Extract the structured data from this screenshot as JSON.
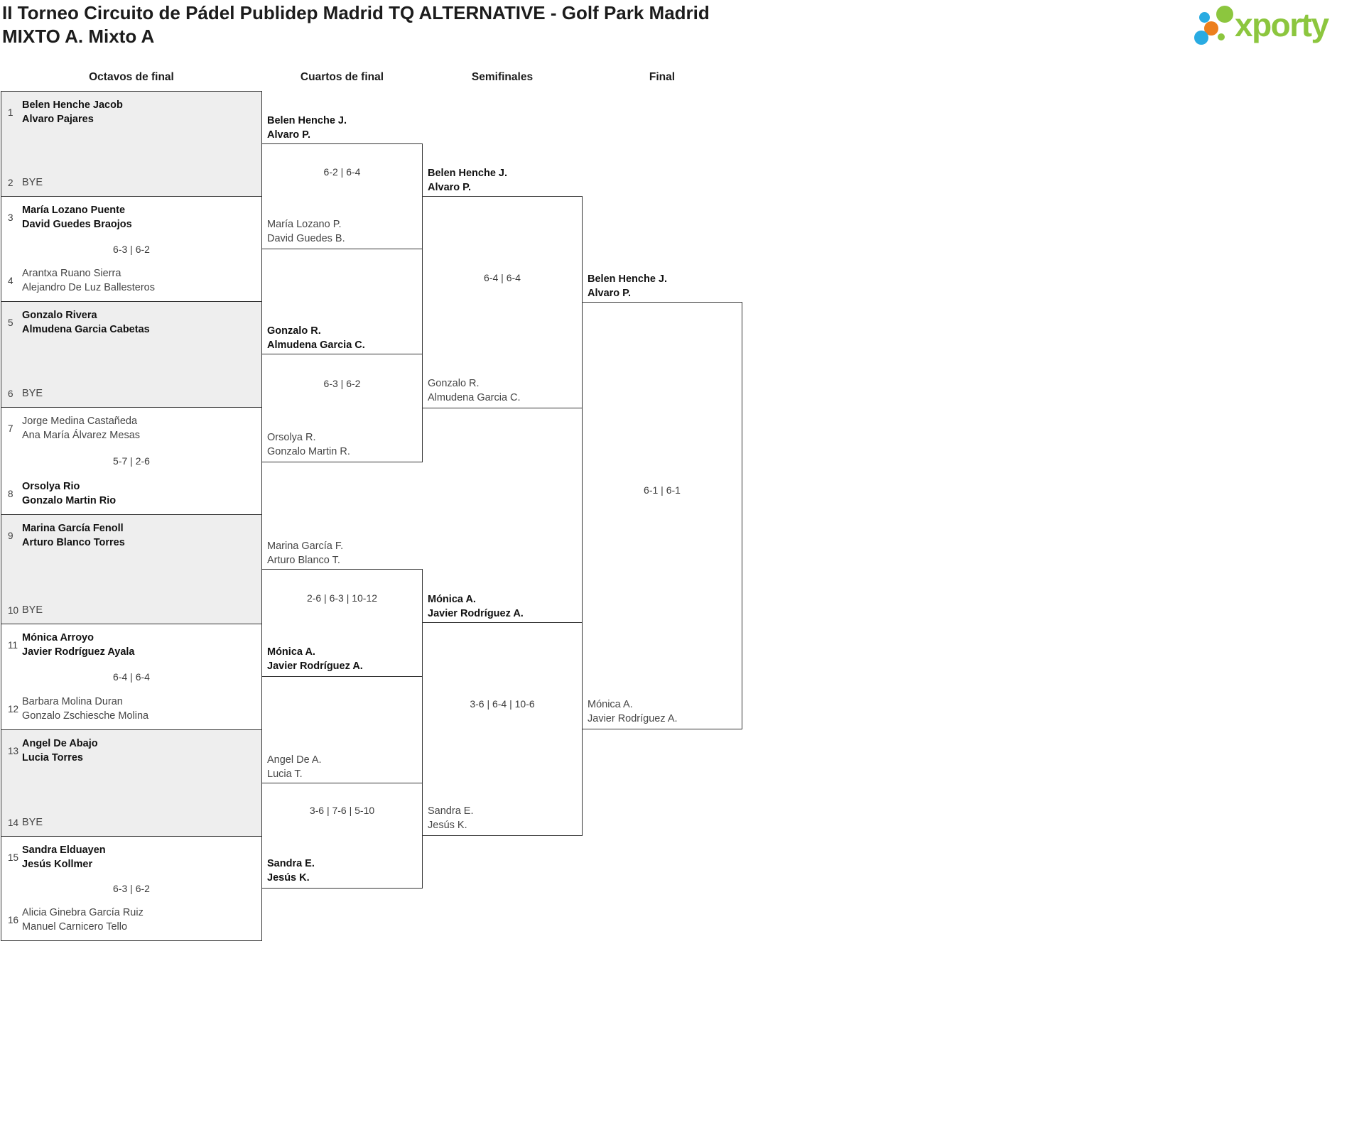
{
  "header": {
    "title_line1": "II Torneo Circuito de Pádel Publidep Madrid TQ ALTERNATIVE - Golf Park Madrid",
    "title_line2": "MIXTO A. Mixto A"
  },
  "logo": {
    "text": "xporty",
    "green": "#8cc63e",
    "blue": "#29abe2",
    "orange": "#ec7f1c"
  },
  "rounds": {
    "r16": "Octavos de final",
    "qf": "Cuartos de final",
    "sf": "Semifinales",
    "final": "Final"
  },
  "colors": {
    "box_border": "#333333",
    "bye_background": "#eeeeee",
    "winner_text": "#111111",
    "loser_text": "#454545"
  },
  "r16": [
    {
      "seed_top": "1",
      "top1": "Belen Henche Jacob",
      "top2": "Alvaro Pajares",
      "score": "",
      "seed_bottom": "2",
      "bottom1": "BYE",
      "bottom2": "",
      "winner": "top",
      "bye": true
    },
    {
      "seed_top": "3",
      "top1": "María Lozano Puente",
      "top2": "David Guedes Braojos",
      "score": "6-3 | 6-2",
      "seed_bottom": "4",
      "bottom1": "Arantxa Ruano Sierra",
      "bottom2": "Alejandro De Luz Ballesteros",
      "winner": "top",
      "bye": false
    },
    {
      "seed_top": "5",
      "top1": "Gonzalo Rivera",
      "top2": "Almudena Garcia Cabetas",
      "score": "",
      "seed_bottom": "6",
      "bottom1": "BYE",
      "bottom2": "",
      "winner": "top",
      "bye": true
    },
    {
      "seed_top": "7",
      "top1": "Jorge Medina Castañeda",
      "top2": "Ana María Álvarez Mesas",
      "score": "5-7 | 2-6",
      "seed_bottom": "8",
      "bottom1": "Orsolya Rio",
      "bottom2": "Gonzalo Martin Rio",
      "winner": "bottom",
      "bye": false
    },
    {
      "seed_top": "9",
      "top1": "Marina García Fenoll",
      "top2": "Arturo Blanco Torres",
      "score": "",
      "seed_bottom": "10",
      "bottom1": "BYE",
      "bottom2": "",
      "winner": "top",
      "bye": true
    },
    {
      "seed_top": "11",
      "top1": "Mónica Arroyo",
      "top2": "Javier Rodríguez Ayala",
      "score": "6-4 | 6-4",
      "seed_bottom": "12",
      "bottom1": "Barbara Molina Duran",
      "bottom2": "Gonzalo Zschiesche Molina",
      "winner": "top",
      "bye": false
    },
    {
      "seed_top": "13",
      "top1": "Angel De Abajo",
      "top2": "Lucia Torres",
      "score": "",
      "seed_bottom": "14",
      "bottom1": "BYE",
      "bottom2": "",
      "winner": "top",
      "bye": true
    },
    {
      "seed_top": "15",
      "top1": "Sandra Elduayen",
      "top2": "Jesús Kollmer",
      "score": "6-3 | 6-2",
      "seed_bottom": "16",
      "bottom1": "Alicia Ginebra García Ruiz",
      "bottom2": "Manuel Carnicero Tello",
      "winner": "top",
      "bye": false
    }
  ],
  "qf": [
    {
      "top1": "Belen Henche J.",
      "top2": "Alvaro P.",
      "score": "6-2 | 6-4",
      "bottom1": "María Lozano P.",
      "bottom2": "David Guedes B.",
      "winner": "top"
    },
    {
      "top1": "Gonzalo R.",
      "top2": "Almudena Garcia C.",
      "score": "6-3 | 6-2",
      "bottom1": "Orsolya R.",
      "bottom2": "Gonzalo Martin R.",
      "winner": "top"
    },
    {
      "top1": "Marina García F.",
      "top2": "Arturo Blanco T.",
      "score": "2-6 | 6-3 | 10-12",
      "bottom1": "Mónica A.",
      "bottom2": "Javier Rodríguez A.",
      "winner": "bottom"
    },
    {
      "top1": "Angel De A.",
      "top2": "Lucia T.",
      "score": "3-6 | 7-6 | 5-10",
      "bottom1": "Sandra E.",
      "bottom2": "Jesús K.",
      "winner": "bottom"
    }
  ],
  "sf": [
    {
      "top1": "Belen Henche J.",
      "top2": "Alvaro P.",
      "score": "6-4 | 6-4",
      "bottom1": "Gonzalo R.",
      "bottom2": "Almudena Garcia C.",
      "winner": "top"
    },
    {
      "top1": "Mónica A.",
      "top2": "Javier Rodríguez A.",
      "score": "3-6 | 6-4 | 10-6",
      "bottom1": "Sandra E.",
      "bottom2": "Jesús K.",
      "winner": "top"
    }
  ],
  "final": {
    "top1": "Belen Henche J.",
    "top2": "Alvaro P.",
    "score": "6-1 | 6-1",
    "bottom1": "Mónica A.",
    "bottom2": "Javier Rodríguez A.",
    "winner": "top"
  }
}
